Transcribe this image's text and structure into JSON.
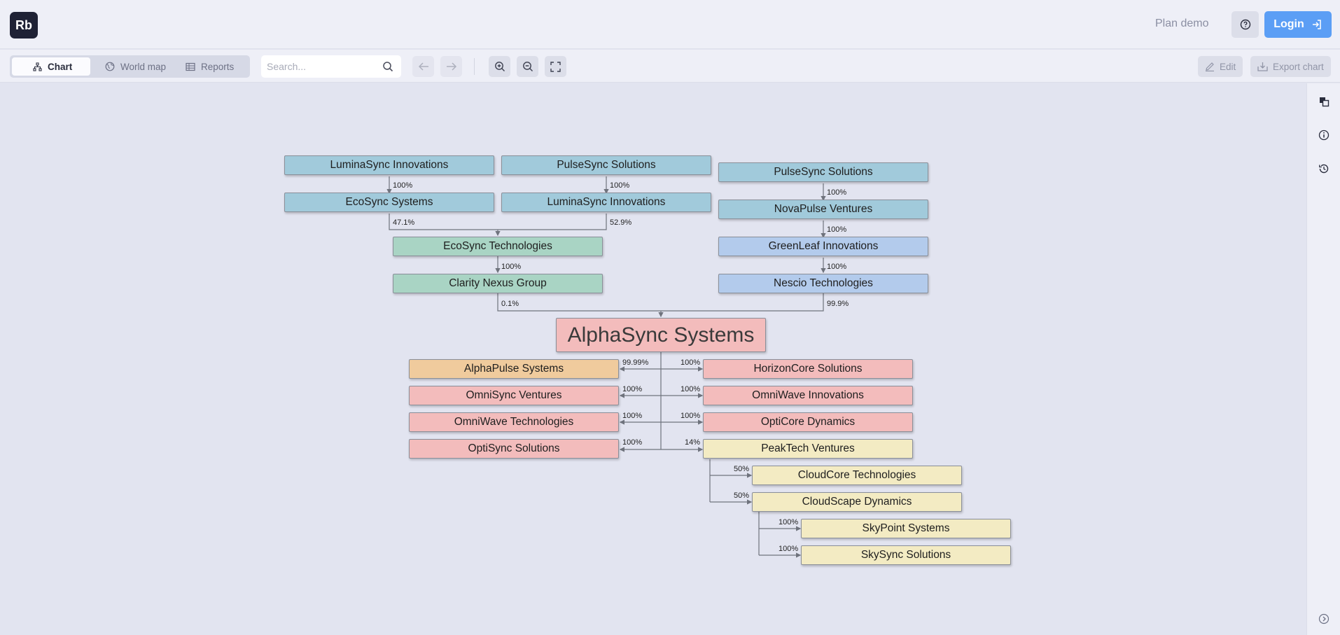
{
  "header": {
    "logo": "Rb",
    "plan_demo": "Plan demo",
    "login": "Login"
  },
  "toolbar": {
    "tabs": [
      {
        "label": "Chart",
        "icon": "org-chart-icon"
      },
      {
        "label": "World map",
        "icon": "globe-icon"
      },
      {
        "label": "Reports",
        "icon": "table-icon"
      }
    ],
    "search_placeholder": "Search...",
    "edit": "Edit",
    "export": "Export chart"
  },
  "chart": {
    "root": "AlphaSync Systems",
    "nodes": [
      {
        "label": "LuminaSync Innovations",
        "color": "#a1cadb"
      },
      {
        "label": "PulseSync Solutions",
        "color": "#a1cadb"
      },
      {
        "label": "PulseSync Solutions",
        "color": "#a1cadb"
      },
      {
        "label": "EcoSync Systems",
        "color": "#a1cadb"
      },
      {
        "label": "LuminaSync Innovations",
        "color": "#a1cadb"
      },
      {
        "label": "NovaPulse Ventures",
        "color": "#a1cadb"
      },
      {
        "label": "EcoSync Technologies",
        "color": "#a9d4c4"
      },
      {
        "label": "GreenLeaf Innovations",
        "color": "#b3cbec"
      },
      {
        "label": "Clarity Nexus Group",
        "color": "#a9d4c4"
      },
      {
        "label": "Nescio Technologies",
        "color": "#b3cbec"
      },
      {
        "label": "AlphaPulse Systems",
        "color": "#f0cb9d"
      },
      {
        "label": "HorizonCore Solutions",
        "color": "#f3bcbc"
      },
      {
        "label": "OmniSync Ventures",
        "color": "#f3bcbc"
      },
      {
        "label": "OmniWave Innovations",
        "color": "#f3bcbc"
      },
      {
        "label": "OmniWave Technologies",
        "color": "#f3bcbc"
      },
      {
        "label": "OptiCore Dynamics",
        "color": "#f3bcbc"
      },
      {
        "label": "OptiSync Solutions",
        "color": "#f3bcbc"
      },
      {
        "label": "PeakTech Ventures",
        "color": "#f3ebc3"
      },
      {
        "label": "CloudCore Technologies",
        "color": "#f3ebc3"
      },
      {
        "label": "CloudScape Dynamics",
        "color": "#f3ebc3"
      },
      {
        "label": "SkyPoint Systems",
        "color": "#f3ebc3"
      },
      {
        "label": "SkySync Solutions",
        "color": "#f3ebc3"
      }
    ],
    "percentages": [
      "100%",
      "100%",
      "100%",
      "47.1%",
      "52.9%",
      "100%",
      "100%",
      "100%",
      "0.1%",
      "99.9%",
      "99.99%",
      "100%",
      "100%",
      "100%",
      "100%",
      "100%",
      "100%",
      "14%",
      "50%",
      "50%",
      "100%",
      "100%"
    ]
  }
}
